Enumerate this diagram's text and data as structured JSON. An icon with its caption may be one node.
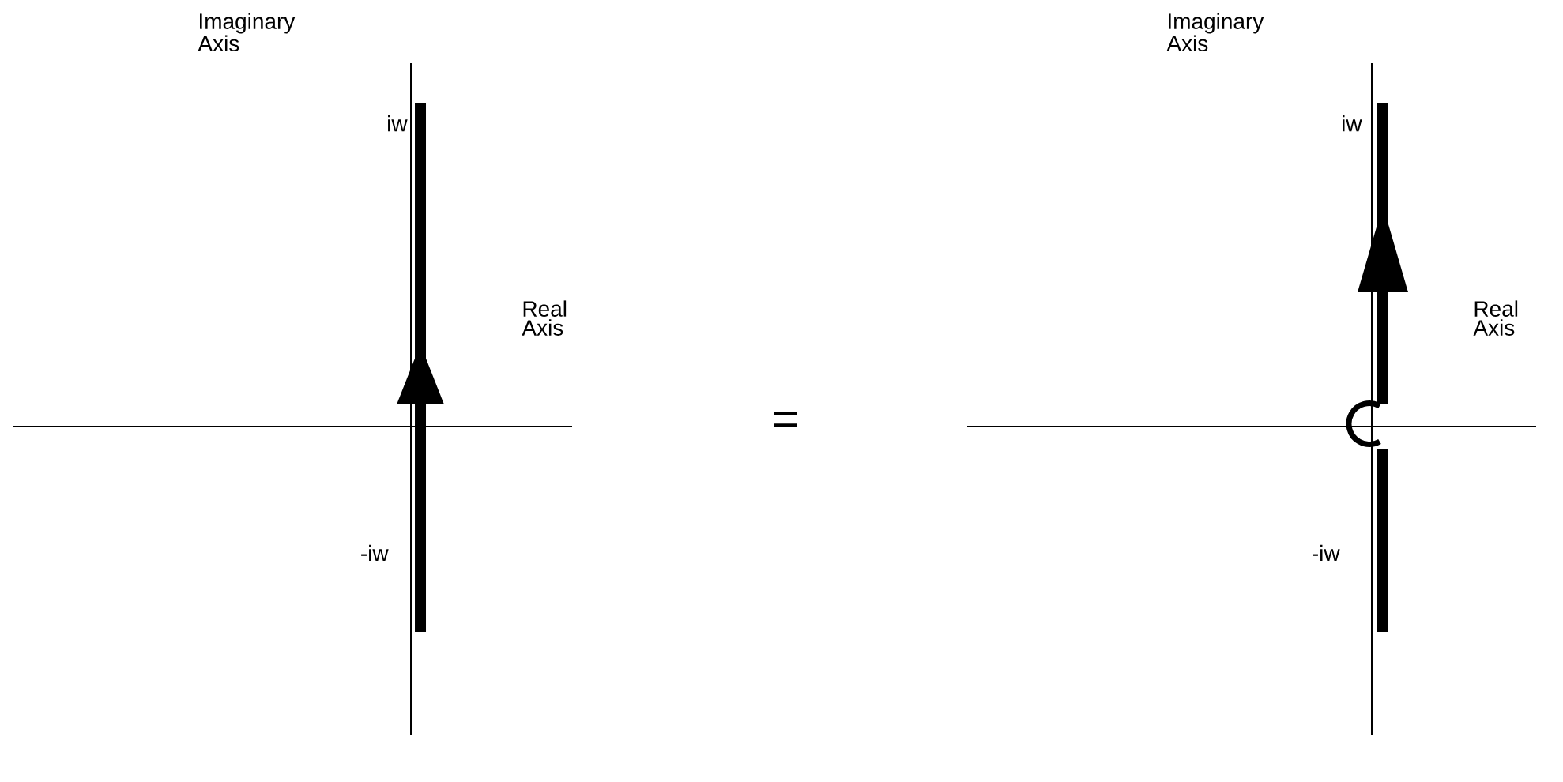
{
  "diagram": {
    "labels": [
      "Imaginary Axis",
      "iw",
      "Real Axis",
      "-iw",
      "=",
      "Imaginary Axis",
      "iw",
      "Real Axis",
      "-iw"
    ]
  }
}
